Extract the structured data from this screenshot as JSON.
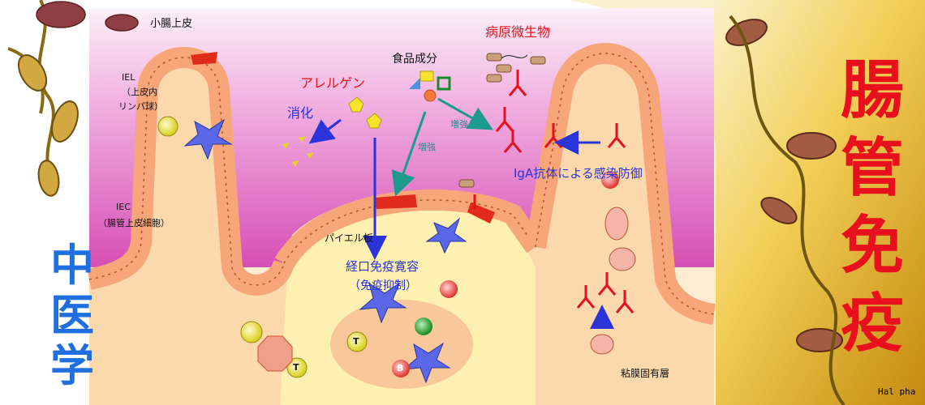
{
  "labels": {
    "small_intestine_epithelium": "小腸上皮",
    "iel_1": "IEL",
    "iel_2": "（上皮内",
    "iel_3": "リンパ球）",
    "iec_1": "IEC",
    "iec_2": "（腸管上皮細胞）",
    "allergen": "アレルゲン",
    "digestion": "消化",
    "food_component": "食品成分",
    "pathogen": "病原微生物",
    "enhance_1": "増強",
    "enhance_2": "増強",
    "iga_defense": "IgA抗体による感染防御",
    "peyer": "パイエル板",
    "oral_tolerance": "経口免疫寛容",
    "immune_suppression": "（免疫抑制）",
    "lamina_propria": "粘膜固有層",
    "cell_t1": "T",
    "cell_t2": "T",
    "cell_b": "B"
  },
  "side_title_left": [
    "中",
    "医",
    "学"
  ],
  "side_title_right": [
    "腸",
    "管",
    "免",
    "疫"
  ],
  "footer_credit": "Hal pha",
  "colors": {
    "epithelium_fill": "#f6b48e",
    "epithelium_stroke": "#b4542a",
    "lumen_pink": "#e87ad0",
    "tissue_fill": "#fbd9ad",
    "arrow_blue": "#2a34d8",
    "arrow_teal": "#1b9a8e",
    "antibody_red": "#e8101c",
    "title_red": "#e8101c",
    "gold": "#e0a815"
  }
}
